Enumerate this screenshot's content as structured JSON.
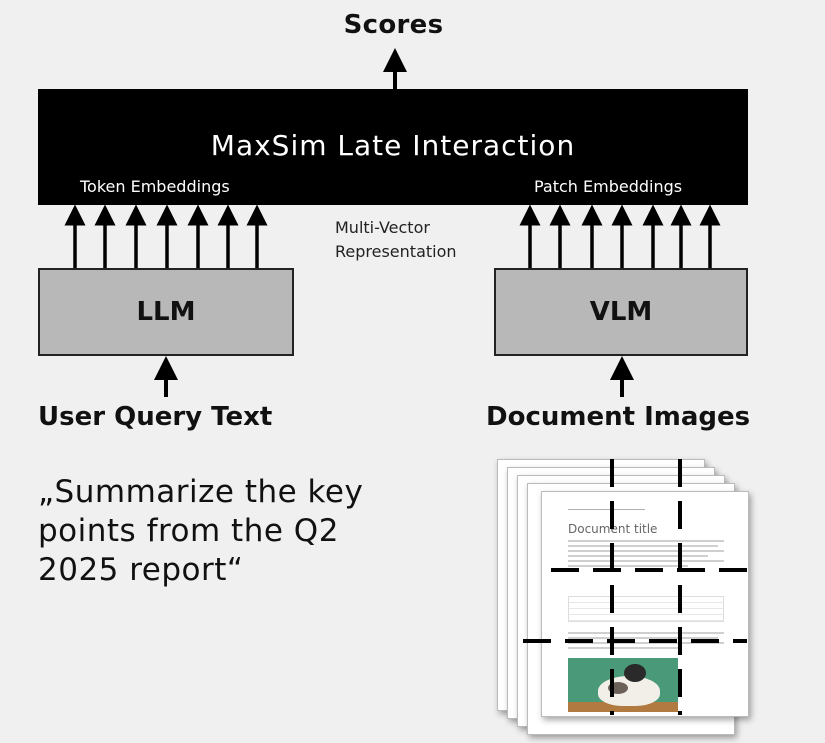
{
  "diagram": {
    "output_label": "Scores",
    "interaction_block": {
      "title": "MaxSim Late Interaction",
      "token_embeddings_label": "Token Embeddings",
      "patch_embeddings_label": "Patch Embeddings"
    },
    "representation_label_line1": "Multi-Vector",
    "representation_label_line2": "Representation",
    "text_encoder": {
      "label": "LLM"
    },
    "image_encoder": {
      "label": "VLM"
    },
    "text_input": {
      "label": "User Query Text",
      "query_line1": "„Summarize the key",
      "query_line2": "points from the Q2",
      "query_line3": "2025 report“"
    },
    "image_input": {
      "label": "Document Images",
      "document_title": "Document title"
    }
  },
  "colors": {
    "background": "#f0f0f0",
    "interaction_block": "#000000",
    "encoder_box": "#b8b8b8",
    "arrow": "#000000"
  }
}
